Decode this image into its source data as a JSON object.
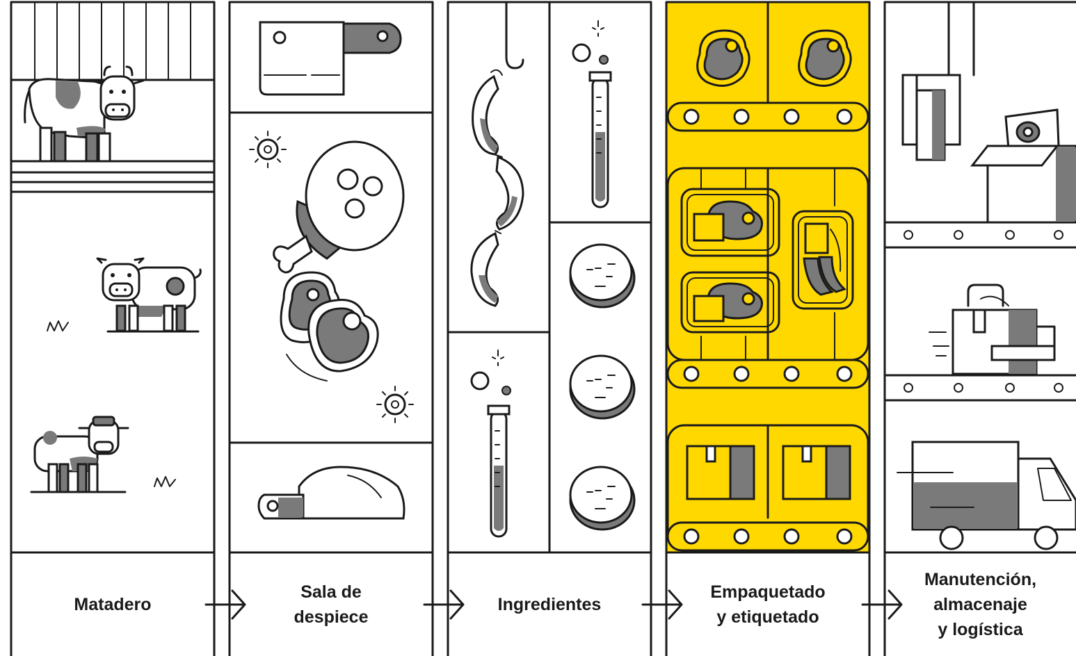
{
  "stages": [
    {
      "id": "matadero",
      "label": "Matadero",
      "highlighted": false
    },
    {
      "id": "sala",
      "label": "Sala de\ndespiece",
      "highlighted": false
    },
    {
      "id": "ingredientes",
      "label": "Ingredientes",
      "highlighted": false
    },
    {
      "id": "empaquetado",
      "label": "Empaquetado\ny etiquetado",
      "highlighted": true
    },
    {
      "id": "manutencion",
      "label": "Manutención,\nalmacenaje\ny logística",
      "highlighted": false
    }
  ],
  "colors": {
    "highlight": "#ffd800",
    "line": "#1a1a1a",
    "accent_gray": "#7a7a7a",
    "background": "#ffffff"
  },
  "icons": [
    "cow-icon",
    "pig-icon",
    "calf-icon",
    "grass-icon",
    "cleaver-icon",
    "ham-icon",
    "gear-icon",
    "steak-icon",
    "knife-icon",
    "sausage-icon",
    "test-tube-icon",
    "bubbles-icon",
    "burger-patty-icon",
    "conveyor-roller-icon",
    "tray-pack-icon",
    "box-icon",
    "truck-icon",
    "arrow-right-icon"
  ]
}
